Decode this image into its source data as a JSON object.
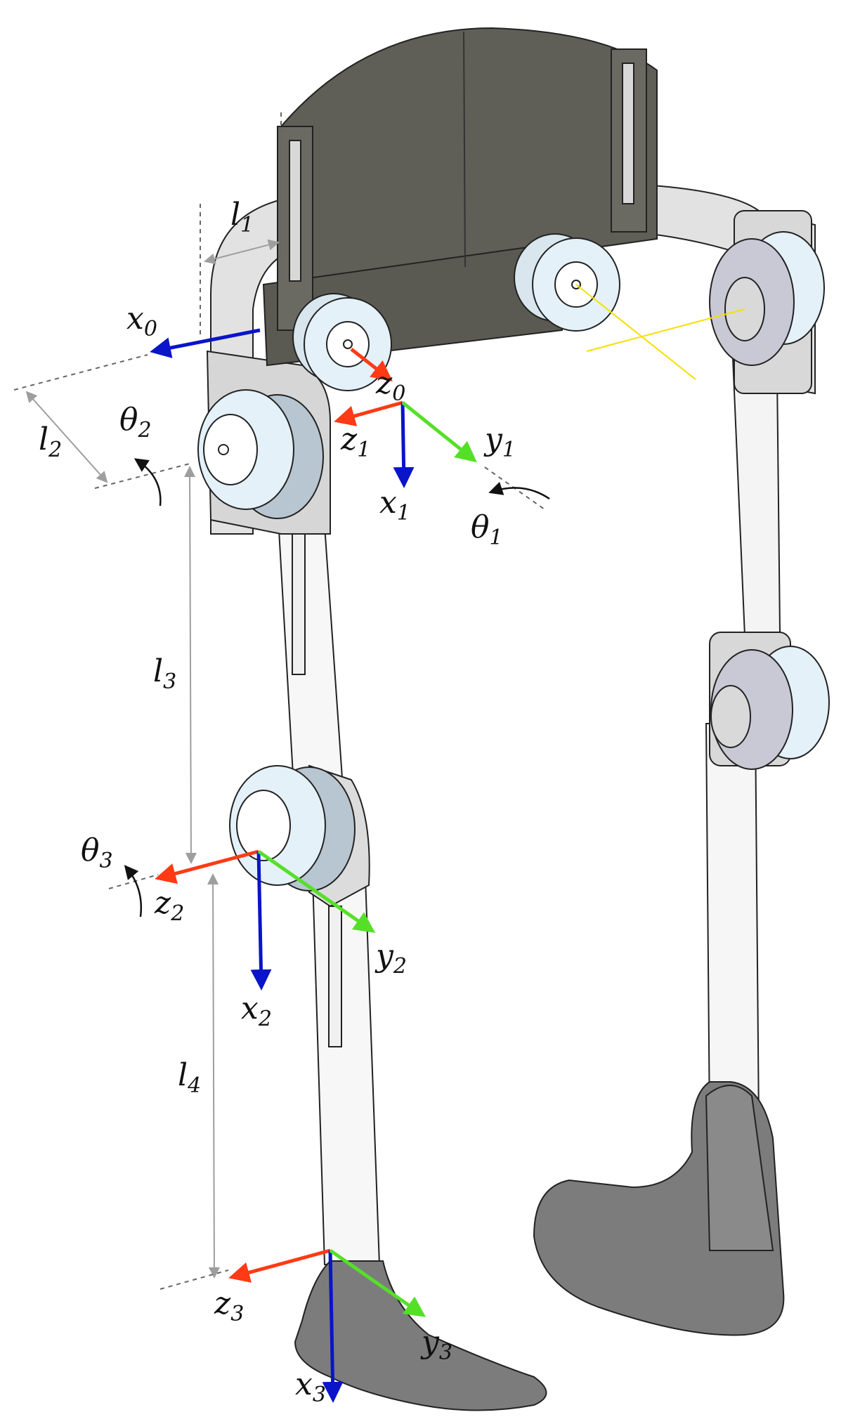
{
  "colors": {
    "x_axis": "#0a14c8",
    "y_axis": "#55e028",
    "z_axis": "#ff3a14",
    "dimension": "#9e9e9e",
    "dark_part": "#5f5f58",
    "light_part": "#e2e2e2",
    "pulley": "#e4f1f9",
    "foot": "#7c7c7c"
  },
  "labels": {
    "x0": {
      "base": "x",
      "sub": "0"
    },
    "z0": {
      "base": "z",
      "sub": "0"
    },
    "z1": {
      "base": "z",
      "sub": "1"
    },
    "x1": {
      "base": "x",
      "sub": "1"
    },
    "y1": {
      "base": "y",
      "sub": "1"
    },
    "theta1": {
      "base": "θ",
      "sub": "1"
    },
    "theta2": {
      "base": "θ",
      "sub": "2"
    },
    "theta3": {
      "base": "θ",
      "sub": "3"
    },
    "l1": {
      "base": "l",
      "sub": "1"
    },
    "l2": {
      "base": "l",
      "sub": "2"
    },
    "l3": {
      "base": "l",
      "sub": "3"
    },
    "l4": {
      "base": "l",
      "sub": "4"
    },
    "z2": {
      "base": "z",
      "sub": "2"
    },
    "y2": {
      "base": "y",
      "sub": "2"
    },
    "x2": {
      "base": "x",
      "sub": "2"
    },
    "z3": {
      "base": "z",
      "sub": "3"
    },
    "y3": {
      "base": "y",
      "sub": "3"
    },
    "x3": {
      "base": "x",
      "sub": "3"
    }
  }
}
